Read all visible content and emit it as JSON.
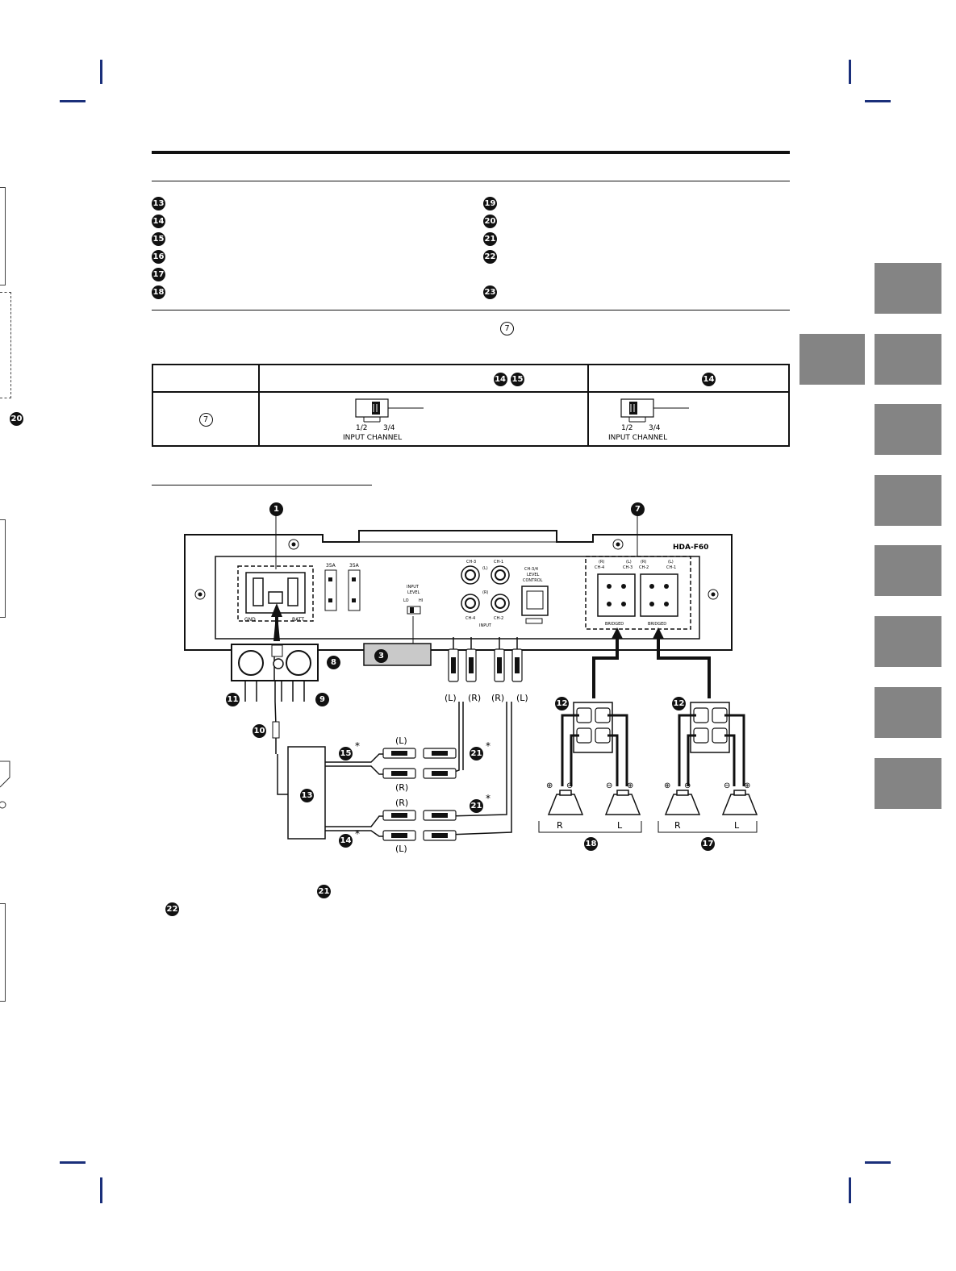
{
  "list_left": [
    "13",
    "14",
    "15",
    "16",
    "17",
    "18"
  ],
  "list_right": [
    "19",
    "20",
    "21",
    "22",
    "23"
  ],
  "note_ref": "7",
  "table": {
    "header_col2_refs": [
      "14",
      "15"
    ],
    "header_col3_refs": [
      "14"
    ],
    "row_ref": "7",
    "switch_left": {
      "l1": "1/2",
      "l2": "3/4",
      "l3": "INPUT CHANNEL"
    },
    "switch_right": {
      "l1": "1/2",
      "l2": "3/4",
      "l3": "INPUT CHANNEL"
    }
  },
  "left_margin_ref": "20",
  "diagram": {
    "model": "HDA-F60",
    "callouts": {
      "c1": "1",
      "c7": "7",
      "c3": "3",
      "c8": "8",
      "c9": "9",
      "c10": "10",
      "c11": "11",
      "c12a": "12",
      "c12b": "12",
      "c13": "13",
      "c14": "14",
      "c15": "15",
      "c17": "17",
      "c18": "18",
      "c21a": "21",
      "c21b": "21"
    },
    "panel_labels": {
      "fuse1": "35A",
      "fuse2": "35A",
      "input_level": "INPUT",
      "input_level2": "LEVEL",
      "lo": "LO",
      "hi": "HI",
      "ch3": "CH-3",
      "ch1": "CH-1",
      "ch4": "CH-4",
      "ch2": "CH-2",
      "inL": "(L)",
      "inR": "(R)",
      "input": "INPUT",
      "level_ctrl1": "CH-3/4",
      "level_ctrl2": "LEVEL",
      "level_ctrl3": "CONTROL",
      "gnd": "GND",
      "batt": "BATT",
      "spk_a1": "(R)",
      "spk_a2": "CH-4",
      "spk_a3": "(L)",
      "spk_a4": "CH-3",
      "spk_b1": "(R)",
      "spk_b2": "CH-2",
      "spk_b3": "(L)",
      "spk_b4": "CH-1",
      "bridged": "BRIDGED"
    },
    "wire_labels": {
      "L1": "(L)",
      "R1": "(R)",
      "R2": "(R)",
      "L2": "(L)",
      "hu_L1": "(L)",
      "hu_R1": "(R)",
      "hu_R2": "(R)",
      "hu_L2": "(L)",
      "asterisk": "*"
    },
    "speaker_labels": {
      "r1": "R",
      "l1": "L",
      "r2": "R",
      "l2": "L",
      "plus": "⊕",
      "minus": "⊖"
    }
  },
  "footer_refs": [
    "21",
    "22"
  ]
}
